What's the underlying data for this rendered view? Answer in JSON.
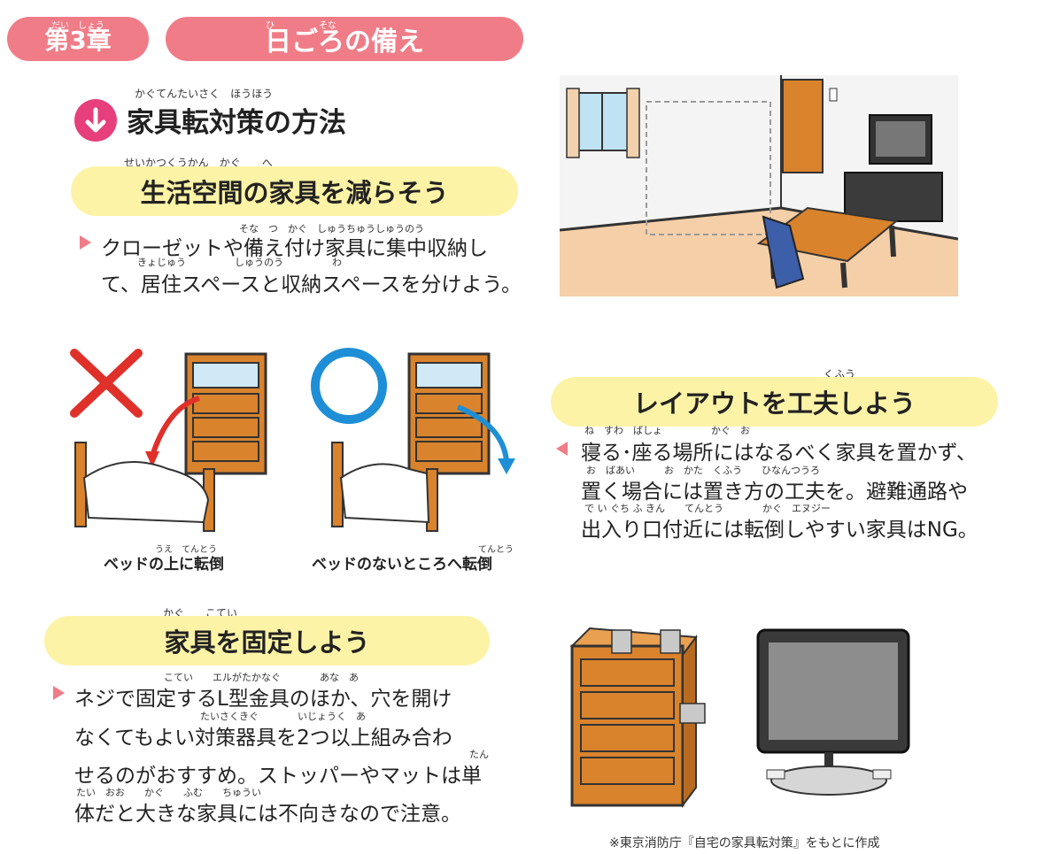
{
  "header": {
    "chapter_label": "第3章",
    "chapter_ruby": "だい　しょう",
    "title": "日ごろの備え",
    "title_ruby": "ひ　　　　　そな"
  },
  "section": {
    "heading": "家具転対策の方法",
    "heading_ruby": "かぐてんたいさく　ほうほう"
  },
  "tip1": {
    "title": "生活空間の家具を減らそう",
    "title_ruby": "せいかつくうかん　かぐ　　へ",
    "ruby_line1": "そな　つ　かぐ　しゅうちゅうしゅうのう",
    "line1": "クローゼットや備え付け家具に集中収納し",
    "ruby_line2": "きょじゅう　　　　　しゅうのう　　　　　わ",
    "line2": "て、居住スペースと収納スペースを分けよう。"
  },
  "tip2": {
    "title": "レイアウトを工夫しよう",
    "title_ruby": "くふう",
    "ruby_line1": "ね　すわ　ばしょ　　　　　かぐ　お",
    "line1": "寝る･座る場所にはなるべく家具を置かず、",
    "ruby_line2": "お　ばあい　　　お　かた　くふう　　ひなんつうろ",
    "line2": "置く場合には置き方の工夫を。避難通路や",
    "ruby_line3": "で い ぐち ふ きん　　てんとう　　　　かぐ　エヌジー",
    "line3": "出入り口付近には転倒しやすい家具はNG。"
  },
  "examples": {
    "bad_caption": "ベッドの上に転倒",
    "bad_ruby": "うえ　てんとう",
    "good_caption": "ベッドのないところへ転倒",
    "good_ruby": "てんとう"
  },
  "tip3": {
    "title": "家具を固定しよう",
    "title_ruby": "かぐ　　こてい",
    "ruby_line1": "こてい　　エルがたかなぐ　　　　あな　あ",
    "line1": "ネジで固定するL型金具のほか、穴を開け",
    "ruby_line2": "たいさくきぐ　　　　いじょうく　あ",
    "line2": "なくてもよい対策器具を2つ以上組み合わ",
    "ruby_line3": "たん",
    "line3": "せるのがおすすめ。ストッパーやマットは単",
    "ruby_line4": "たい　おお　　かぐ　　ふむ　　ちゅうい",
    "line4": "体だと大きな家具には不向きなので注意。"
  },
  "footnote": "※東京消防庁『自宅の家具転対策』をもとに作成",
  "colors": {
    "accent_pink": "#f07c87",
    "highlight_yellow": "#fdf3a6",
    "wood": "#d9832c",
    "bad_red": "#e0302a",
    "good_blue": "#1e8fd6"
  }
}
